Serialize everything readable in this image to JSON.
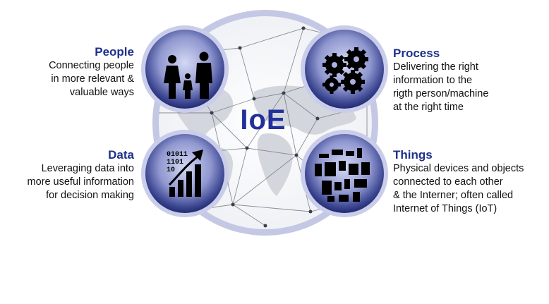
{
  "hub": {
    "label": "IoE"
  },
  "pillars": {
    "people": {
      "title": "People",
      "description": "Connecting people\nin more relevant &\nvaluable ways",
      "icon": "people-silhouette-icon"
    },
    "process": {
      "title": "Process",
      "description": "Delivering the right\ninformation to the\nrigth person/machine\nat the right time",
      "icon": "gears-icon"
    },
    "data": {
      "title": "Data",
      "description": "Leveraging data into\nmore useful information\nfor decision making",
      "icon": "rising-bar-chart-icon",
      "icon_text": [
        "01011",
        "1101",
        "10"
      ]
    },
    "things": {
      "title": "Things",
      "description": "Physical devices and objects\nconnected to each other\n& the Interner; often called\nInternet of Things (IoT)",
      "icon": "devices-collage-icon"
    }
  },
  "colors": {
    "title": "#1f2f8c",
    "ring": "#b9bedd",
    "node_dark": "#1c2a6e",
    "node_light": "#c3c9ee",
    "hub": "#23309a"
  }
}
